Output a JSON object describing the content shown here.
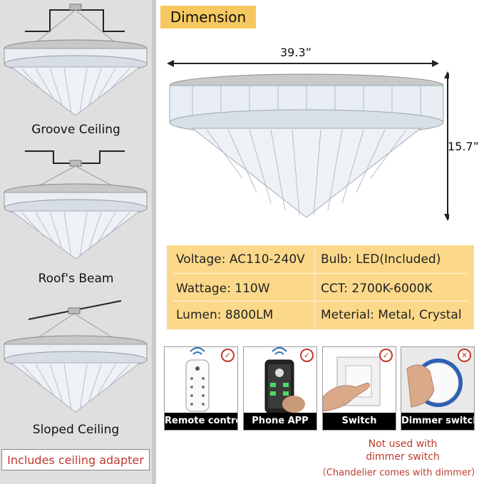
{
  "left_panel": {
    "mounts": [
      {
        "label": "Groove Ceiling"
      },
      {
        "label": "Roof's Beam"
      },
      {
        "label": "Sloped Ceiling"
      }
    ],
    "adapter_label": "Includes ceiling adapter"
  },
  "dimension": {
    "title": "Dimension",
    "width": "39.3”",
    "height": "15.7”"
  },
  "specs": {
    "rows": [
      {
        "left": "Voltage: AC110-240V",
        "right": "Bulb: LED(Included)"
      },
      {
        "left": "Wattage: 110W",
        "right": "CCT: 2700K-6000K"
      },
      {
        "left": "Lumen: 8800LM",
        "right": "Meterial: Metal, Crystal"
      }
    ]
  },
  "controls": [
    {
      "label": "Remote contro",
      "status": "supported",
      "icon": "remote-control-icon"
    },
    {
      "label": "Phone APP",
      "status": "supported",
      "icon": "phone-app-icon"
    },
    {
      "label": "Switch",
      "status": "supported",
      "icon": "wall-switch-icon"
    },
    {
      "label": "Dimmer switch",
      "status": "not-supported",
      "icon": "dimmer-knob-icon"
    }
  ],
  "notes": {
    "line1": "Not used with",
    "line2": "dimmer switch",
    "line3": "（Chandelier comes with dimmer）"
  },
  "colors": {
    "accent_gold": "#f6c85f",
    "table_bg": "#fcd98a",
    "warning_red": "#c0392b",
    "left_panel_bg": "#dfdfdf"
  },
  "badges": {
    "check": "✓",
    "cross": "✕"
  }
}
